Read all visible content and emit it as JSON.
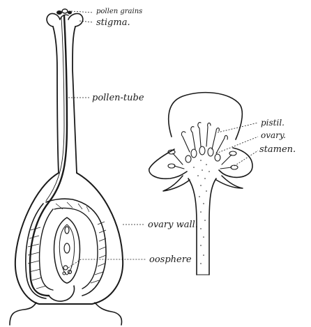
{
  "labels": {
    "pollen_grains": "pollen grains",
    "stigma": "stigma.",
    "pollen_tube": "pollen-tube",
    "pistil": "pistil.",
    "ovary": "ovary.",
    "stamen": "stamen.",
    "ovary_wall": "ovary wall.",
    "oosphere": "oosphere"
  }
}
